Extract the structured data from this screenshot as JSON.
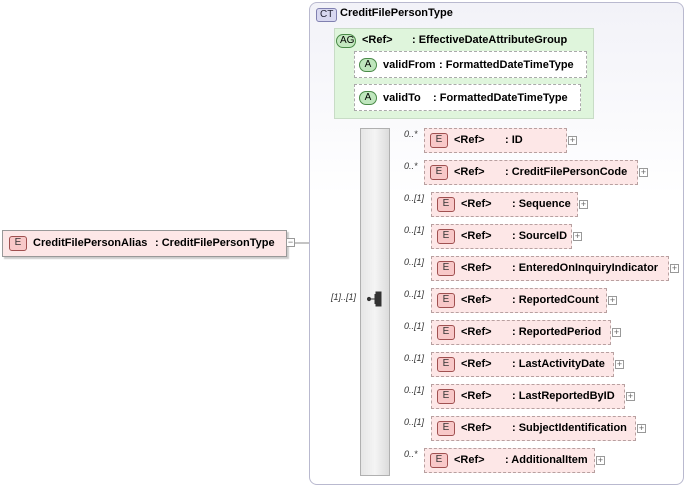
{
  "complex_type": {
    "badge": "CT",
    "name": "CreditFilePersonType"
  },
  "root_element": {
    "badge": "E",
    "name": "CreditFilePersonAlias",
    "type": ": CreditFilePersonType",
    "collapse_symbol": "−"
  },
  "attribute_group": {
    "badge": "AG",
    "ref": "<Ref>",
    "name": ": EffectiveDateAttributeGroup"
  },
  "attributes": [
    {
      "badge": "A",
      "name": "validFrom",
      "type": ": FormattedDateTimeType"
    },
    {
      "badge": "A",
      "name": "validTo",
      "type": ": FormattedDateTimeType"
    }
  ],
  "sequence": {
    "multiplicity": "[1]..[1]"
  },
  "elements": [
    {
      "badge": "E",
      "mult": "0..*",
      "ref": "<Ref>",
      "name": ": ID",
      "expand": "+"
    },
    {
      "badge": "E",
      "mult": "0..*",
      "ref": "<Ref>",
      "name": ": CreditFilePersonCode",
      "expand": "+"
    },
    {
      "badge": "E",
      "mult": "0..[1]",
      "ref": "<Ref>",
      "name": ": Sequence",
      "expand": "+"
    },
    {
      "badge": "E",
      "mult": "0..[1]",
      "ref": "<Ref>",
      "name": ": SourceID",
      "expand": "+"
    },
    {
      "badge": "E",
      "mult": "0..[1]",
      "ref": "<Ref>",
      "name": ": EnteredOnInquiryIndicator",
      "expand": "+"
    },
    {
      "badge": "E",
      "mult": "0..[1]",
      "ref": "<Ref>",
      "name": ": ReportedCount",
      "expand": "+"
    },
    {
      "badge": "E",
      "mult": "0..[1]",
      "ref": "<Ref>",
      "name": ": ReportedPeriod",
      "expand": "+"
    },
    {
      "badge": "E",
      "mult": "0..[1]",
      "ref": "<Ref>",
      "name": ": LastActivityDate",
      "expand": "+"
    },
    {
      "badge": "E",
      "mult": "0..[1]",
      "ref": "<Ref>",
      "name": ": LastReportedByID",
      "expand": "+"
    },
    {
      "badge": "E",
      "mult": "0..[1]",
      "ref": "<Ref>",
      "name": ": SubjectIdentification",
      "expand": "+"
    },
    {
      "badge": "E",
      "mult": "0..*",
      "ref": "<Ref>",
      "name": ": AdditionalItem",
      "expand": "+"
    }
  ]
}
